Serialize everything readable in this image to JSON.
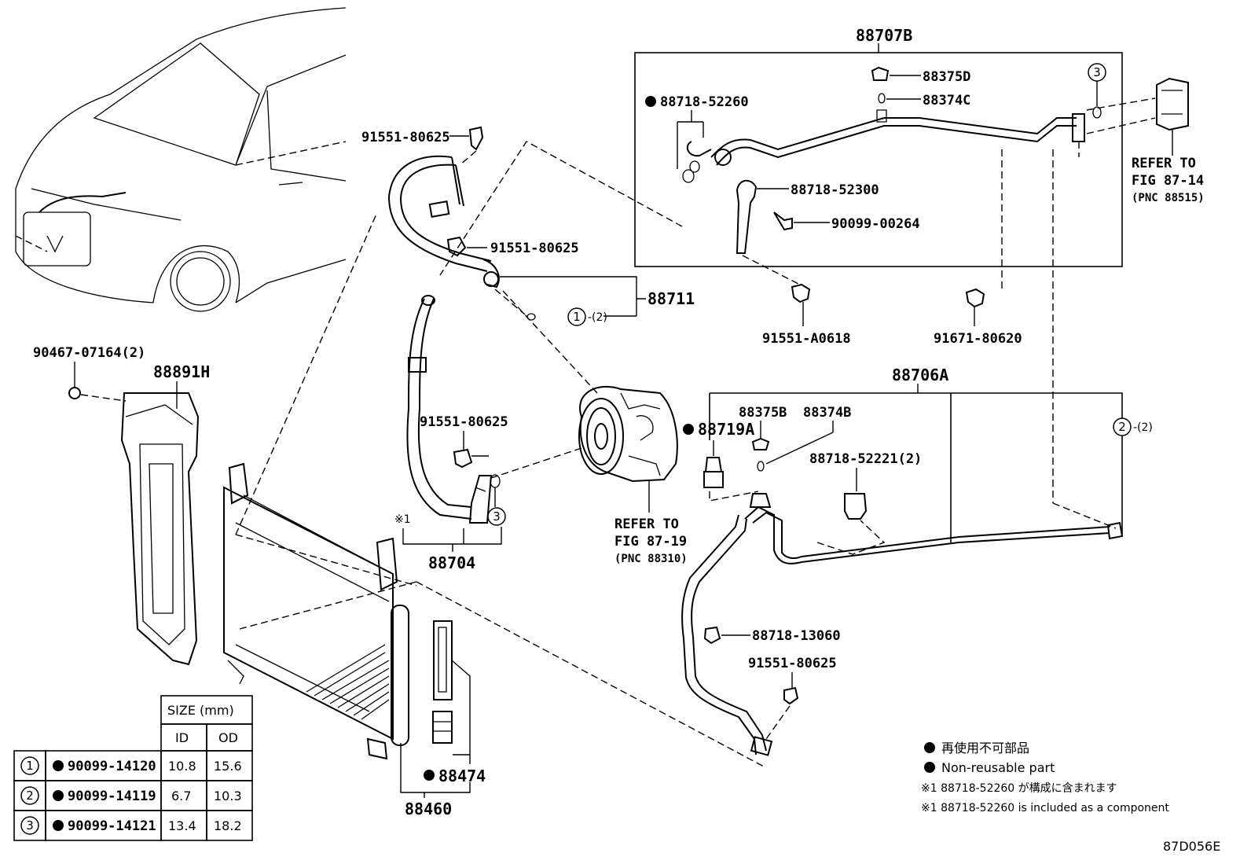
{
  "labels": {
    "p88707B": "88707B",
    "p88375D": "88375D",
    "p88374C": "88374C",
    "p88718_52260": "88718-52260",
    "p88718_52300": "88718-52300",
    "p90099_00264": "90099-00264",
    "p91551_A0618": "91551-A0618",
    "p91671_80620": "91671-80620",
    "refer_87_14_a": "REFER TO",
    "refer_87_14_b": "FIG 87-14",
    "refer_87_14_c": "(PNC 88515)",
    "p91551_80625_a": "91551-80625",
    "p91551_80625_b": "91551-80625",
    "p91551_80625_c": "91551-80625",
    "p91551_80625_d": "91551-80625",
    "p88711": "88711",
    "c1_suffix": "-(2)",
    "p90467": "90467-07164(2)",
    "p88891H": "88891H",
    "p88706A": "88706A",
    "p88375B": "88375B",
    "p88374B": "88374B",
    "p88719A": "88719A",
    "p88718_52221": "88718-52221(2)",
    "c2_suffix": "-(2)",
    "note1_mark": "※1",
    "p88704": "88704",
    "refer_87_19_a": "REFER TO",
    "refer_87_19_b": "FIG 87-19",
    "refer_87_19_c": "(PNC 88310)",
    "p88718_13060": "88718-13060",
    "p88474": "88474",
    "p88460": "88460",
    "code": "87D056E"
  },
  "callouts": {
    "one": "1",
    "two": "2",
    "three": "3"
  },
  "size_table": {
    "title": "SIZE (mm)",
    "col_id": "ID",
    "col_od": "OD",
    "rows": [
      {
        "num": "1",
        "part": "90099-14120",
        "id": "10.8",
        "od": "15.6"
      },
      {
        "num": "2",
        "part": "90099-14119",
        "id": "6.7",
        "od": "10.3"
      },
      {
        "num": "3",
        "part": "90099-14121",
        "id": "13.4",
        "od": "18.2"
      }
    ]
  },
  "legend": {
    "jp": "再使用不可部品",
    "en": "Non-reusable part",
    "note_jp": "※1 88718-52260 が構成に含まれます",
    "note_en": "※1 88718-52260 is included as a component"
  }
}
